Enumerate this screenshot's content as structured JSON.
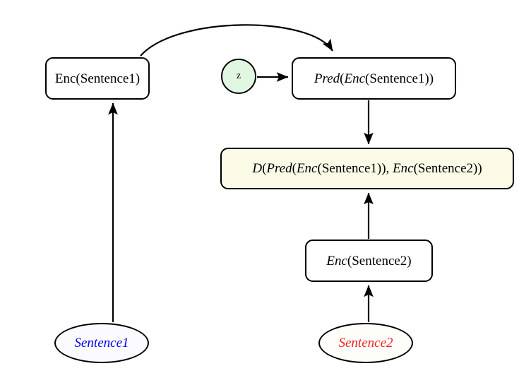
{
  "diagram": {
    "title": "Sentence prediction model diagram",
    "background_color": "#ffffff",
    "stroke_color": "#000000",
    "nodes": {
      "enc_sentence1": {
        "label": "Enc(Sentence1)",
        "label_parts": [
          {
            "text": "Enc(Sentence1)",
            "style": "upright"
          }
        ],
        "shape": "rounded-rectangle",
        "fill": "#ffffff"
      },
      "z": {
        "label": "z",
        "shape": "circle",
        "fill": "#e2f7e2"
      },
      "pred": {
        "label": "Pred(Enc(Sentence1))",
        "label_parts": [
          {
            "text": "Pred",
            "style": "italic"
          },
          {
            "text": "(",
            "style": "upright"
          },
          {
            "text": "Enc",
            "style": "italic"
          },
          {
            "text": "(Sentence1))",
            "style": "upright"
          }
        ],
        "shape": "rounded-rectangle",
        "fill": "#ffffff"
      },
      "loss": {
        "label": "D(Pred(Enc(Sentence1)), Enc(Sentence2))",
        "label_parts": [
          {
            "text": "D",
            "style": "italic"
          },
          {
            "text": "(",
            "style": "upright"
          },
          {
            "text": "Pred",
            "style": "italic"
          },
          {
            "text": "(",
            "style": "upright"
          },
          {
            "text": "Enc",
            "style": "italic"
          },
          {
            "text": "(Sentence1)), ",
            "style": "upright"
          },
          {
            "text": "Enc",
            "style": "italic"
          },
          {
            "text": "(Sentence2))",
            "style": "upright"
          }
        ],
        "shape": "rounded-rectangle",
        "fill": "#fbfbe8"
      },
      "enc_sentence2": {
        "label": "Enc(Sentence2)",
        "label_parts": [
          {
            "text": "Enc",
            "style": "italic"
          },
          {
            "text": "(Sentence2)",
            "style": "upright"
          }
        ],
        "shape": "rounded-rectangle",
        "fill": "#ffffff"
      },
      "sentence1": {
        "label": "Sentence1",
        "shape": "ellipse",
        "fill": "#fafaff",
        "text_color": "#0000ee"
      },
      "sentence2": {
        "label": "Sentence2",
        "shape": "ellipse",
        "fill": "#fffdfa",
        "text_color": "#ee2222"
      }
    },
    "edges": [
      {
        "id": "sentence1-to-enc1",
        "from": "sentence1",
        "to": "enc_sentence1",
        "kind": "straight-arrow"
      },
      {
        "id": "enc1-to-pred",
        "from": "enc_sentence1",
        "to": "pred",
        "kind": "curved-arrow"
      },
      {
        "id": "z-to-pred",
        "from": "z",
        "to": "pred",
        "kind": "straight-arrow"
      },
      {
        "id": "pred-to-loss",
        "from": "pred",
        "to": "loss",
        "kind": "straight-arrow"
      },
      {
        "id": "enc2-to-loss",
        "from": "enc_sentence2",
        "to": "loss",
        "kind": "straight-arrow"
      },
      {
        "id": "sentence2-to-enc2",
        "from": "sentence2",
        "to": "enc_sentence2",
        "kind": "straight-arrow"
      }
    ]
  }
}
